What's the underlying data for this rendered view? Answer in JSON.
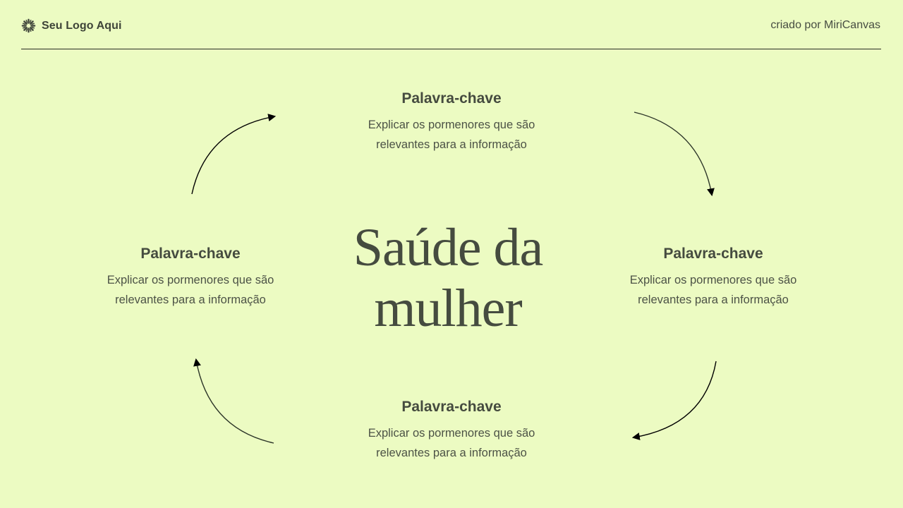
{
  "header": {
    "logo_text": "Seu Logo Aqui",
    "logo_icon": "sunburst-icon",
    "credit": "criado por MiriCanvas"
  },
  "title_lines": [
    "Saúde da",
    "mulher"
  ],
  "nodes": [
    {
      "title": "Palavra-chave",
      "desc": "Explicar os pormenores que são relevantes para a informação"
    },
    {
      "title": "Palavra-chave",
      "desc": "Explicar os pormenores que são relevantes para a informação"
    },
    {
      "title": "Palavra-chave",
      "desc": "Explicar os pormenores que são relevantes para a informação"
    },
    {
      "title": "Palavra-chave",
      "desc": "Explicar os pormenores que são relevantes para a informação"
    }
  ],
  "colors": {
    "background": "#ecfbc2",
    "text": "#454b3f",
    "arrow": "#000000"
  }
}
